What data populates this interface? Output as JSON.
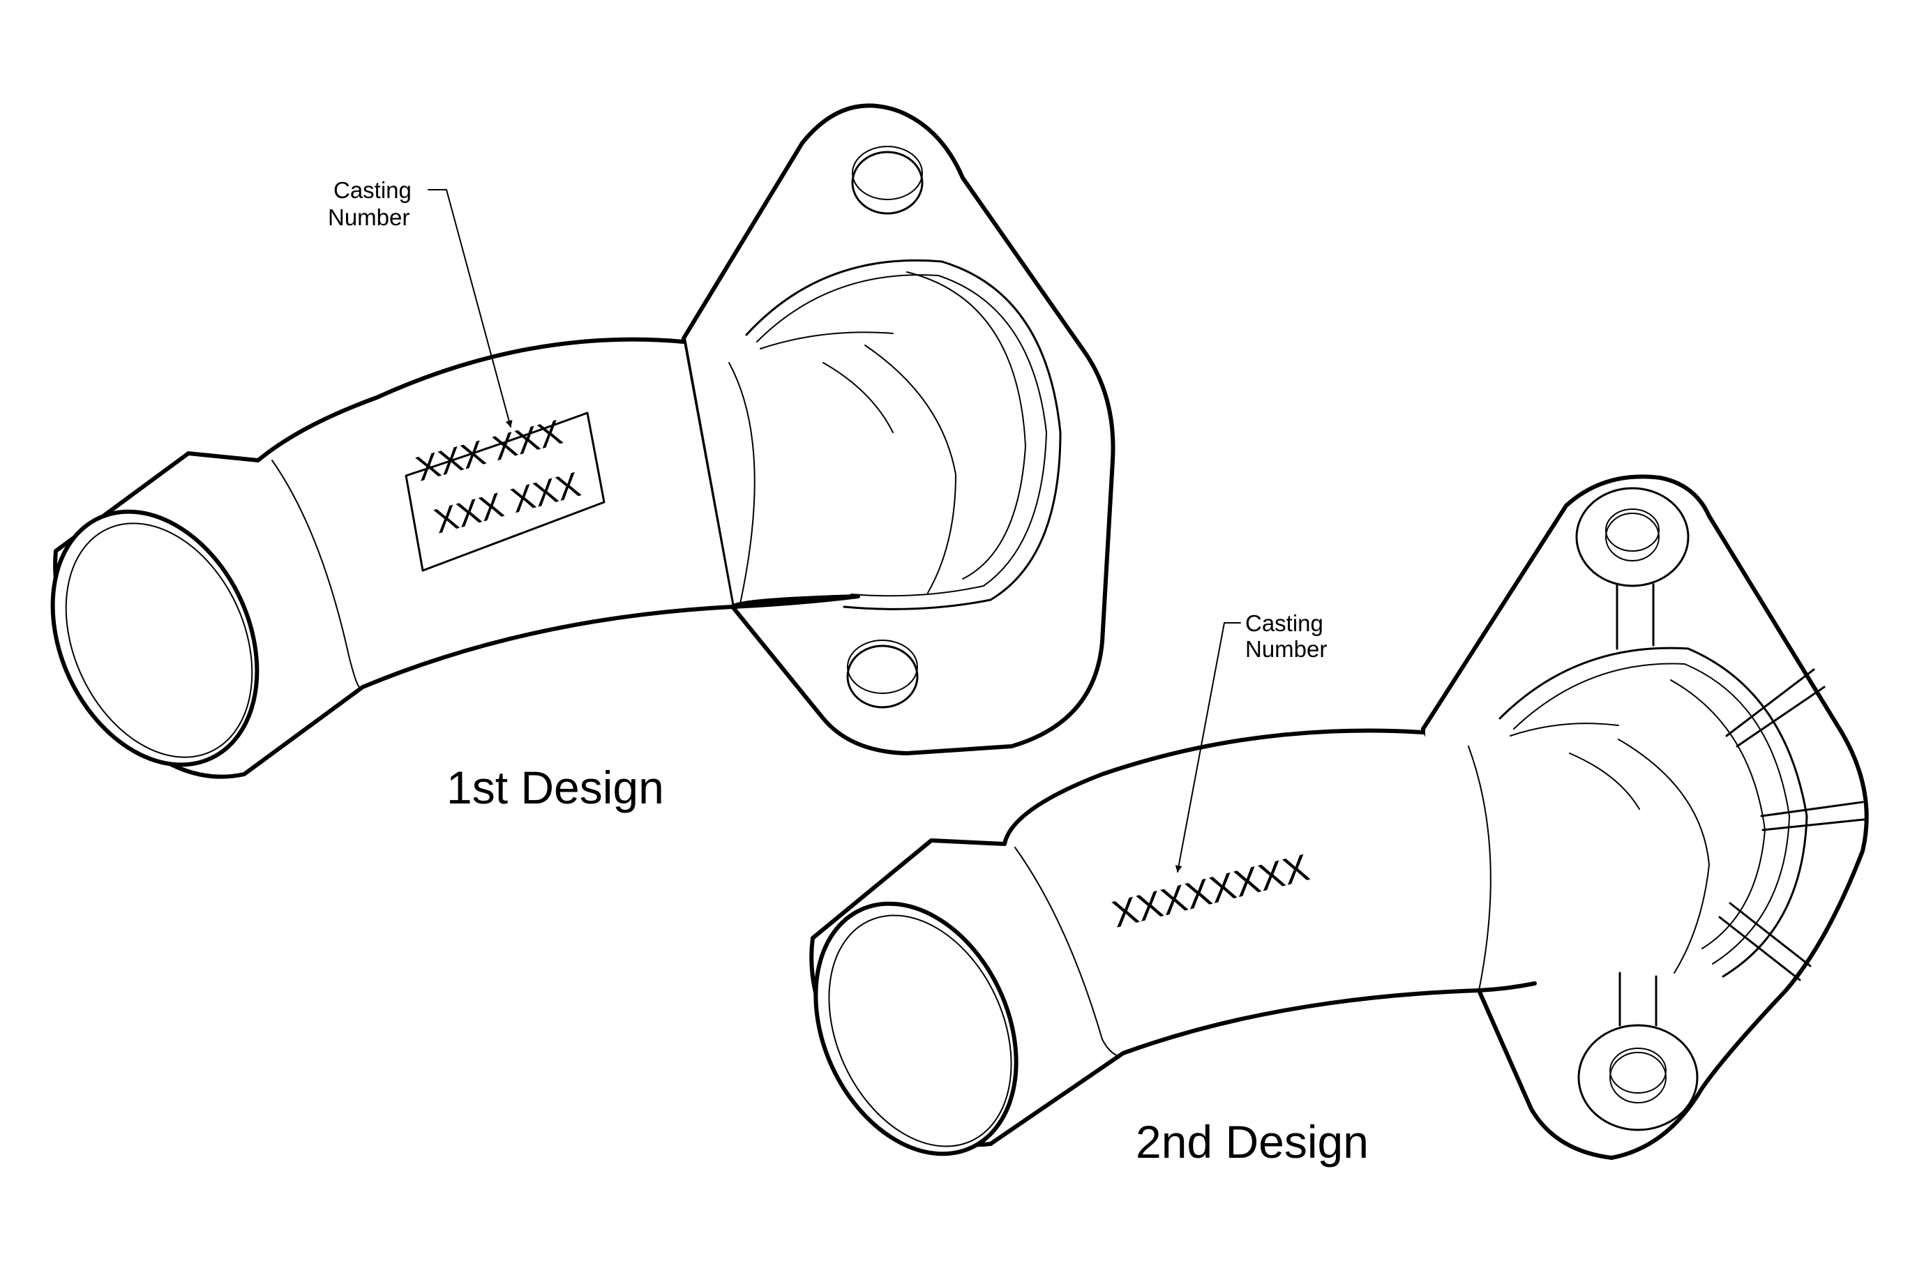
{
  "part_1": {
    "callout_line1": "Casting",
    "callout_line2": "Number",
    "marking_line1": "XXX XXX",
    "marking_line2": "XXX XXX",
    "label": "1st Design"
  },
  "part_2": {
    "callout_line1": "Casting",
    "callout_line2": "Number",
    "marking": "XXXXXXXX",
    "label": "2nd Design"
  }
}
